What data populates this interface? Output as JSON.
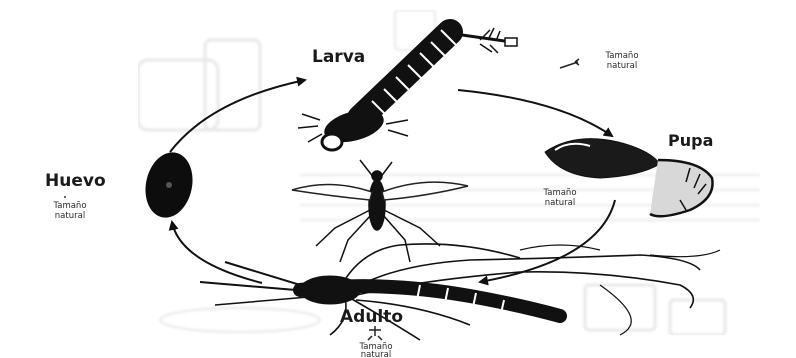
{
  "diagram": {
    "stages": {
      "larva": {
        "label": "Larva",
        "note": [
          "Tamaño",
          "natural"
        ]
      },
      "pupa": {
        "label": "Pupa",
        "note": [
          "Tamaño",
          "natural"
        ]
      },
      "adulto": {
        "label": "Adulto",
        "note": [
          "Tamaño",
          "natural"
        ]
      },
      "huevo": {
        "label": "Huevo",
        "note": [
          "Tamaño",
          "natural"
        ]
      }
    }
  }
}
